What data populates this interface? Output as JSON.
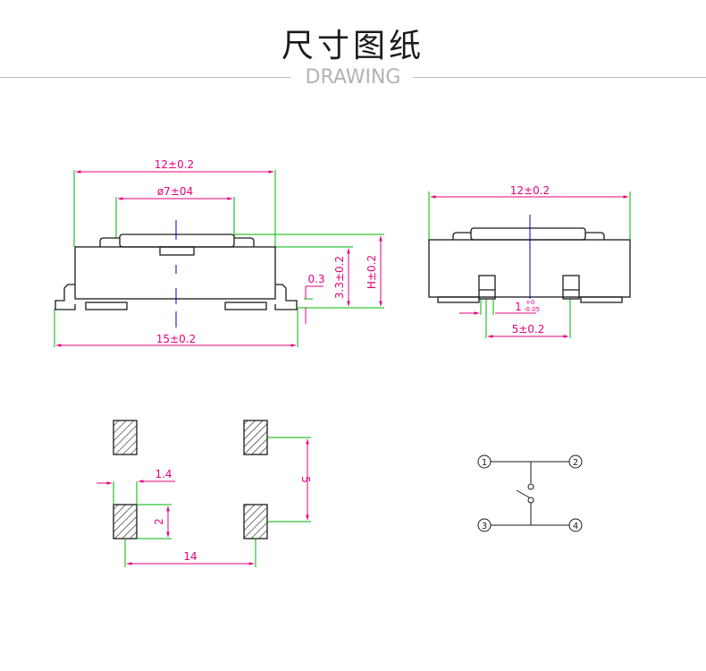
{
  "header": {
    "title": "尺寸图纸",
    "subtitle": "DRAWING"
  },
  "front_view": {
    "body_width": "12±0.2",
    "button_diameter": "ø7±04",
    "overall_width": "15±0.2",
    "foot_thickness": "0.3",
    "body_height": "3.3±0.2",
    "total_height": "H±0.2"
  },
  "side_view": {
    "body_width": "12±0.2",
    "tolerance_base": "1",
    "tolerance_upper": "+0",
    "tolerance_lower": "-0.05",
    "pin_pitch": "5±0.2"
  },
  "footprint": {
    "pad_width": "1.4",
    "pad_height": "2",
    "pad_spacing_x": "14",
    "pad_spacing_y": "5"
  },
  "schematic": {
    "pins": [
      "1",
      "2",
      "3",
      "4"
    ]
  },
  "colors": {
    "dimension": "#e6007e",
    "extension": "#00b300",
    "centerline": "#0000cc",
    "outline": "#1a1a1a"
  }
}
